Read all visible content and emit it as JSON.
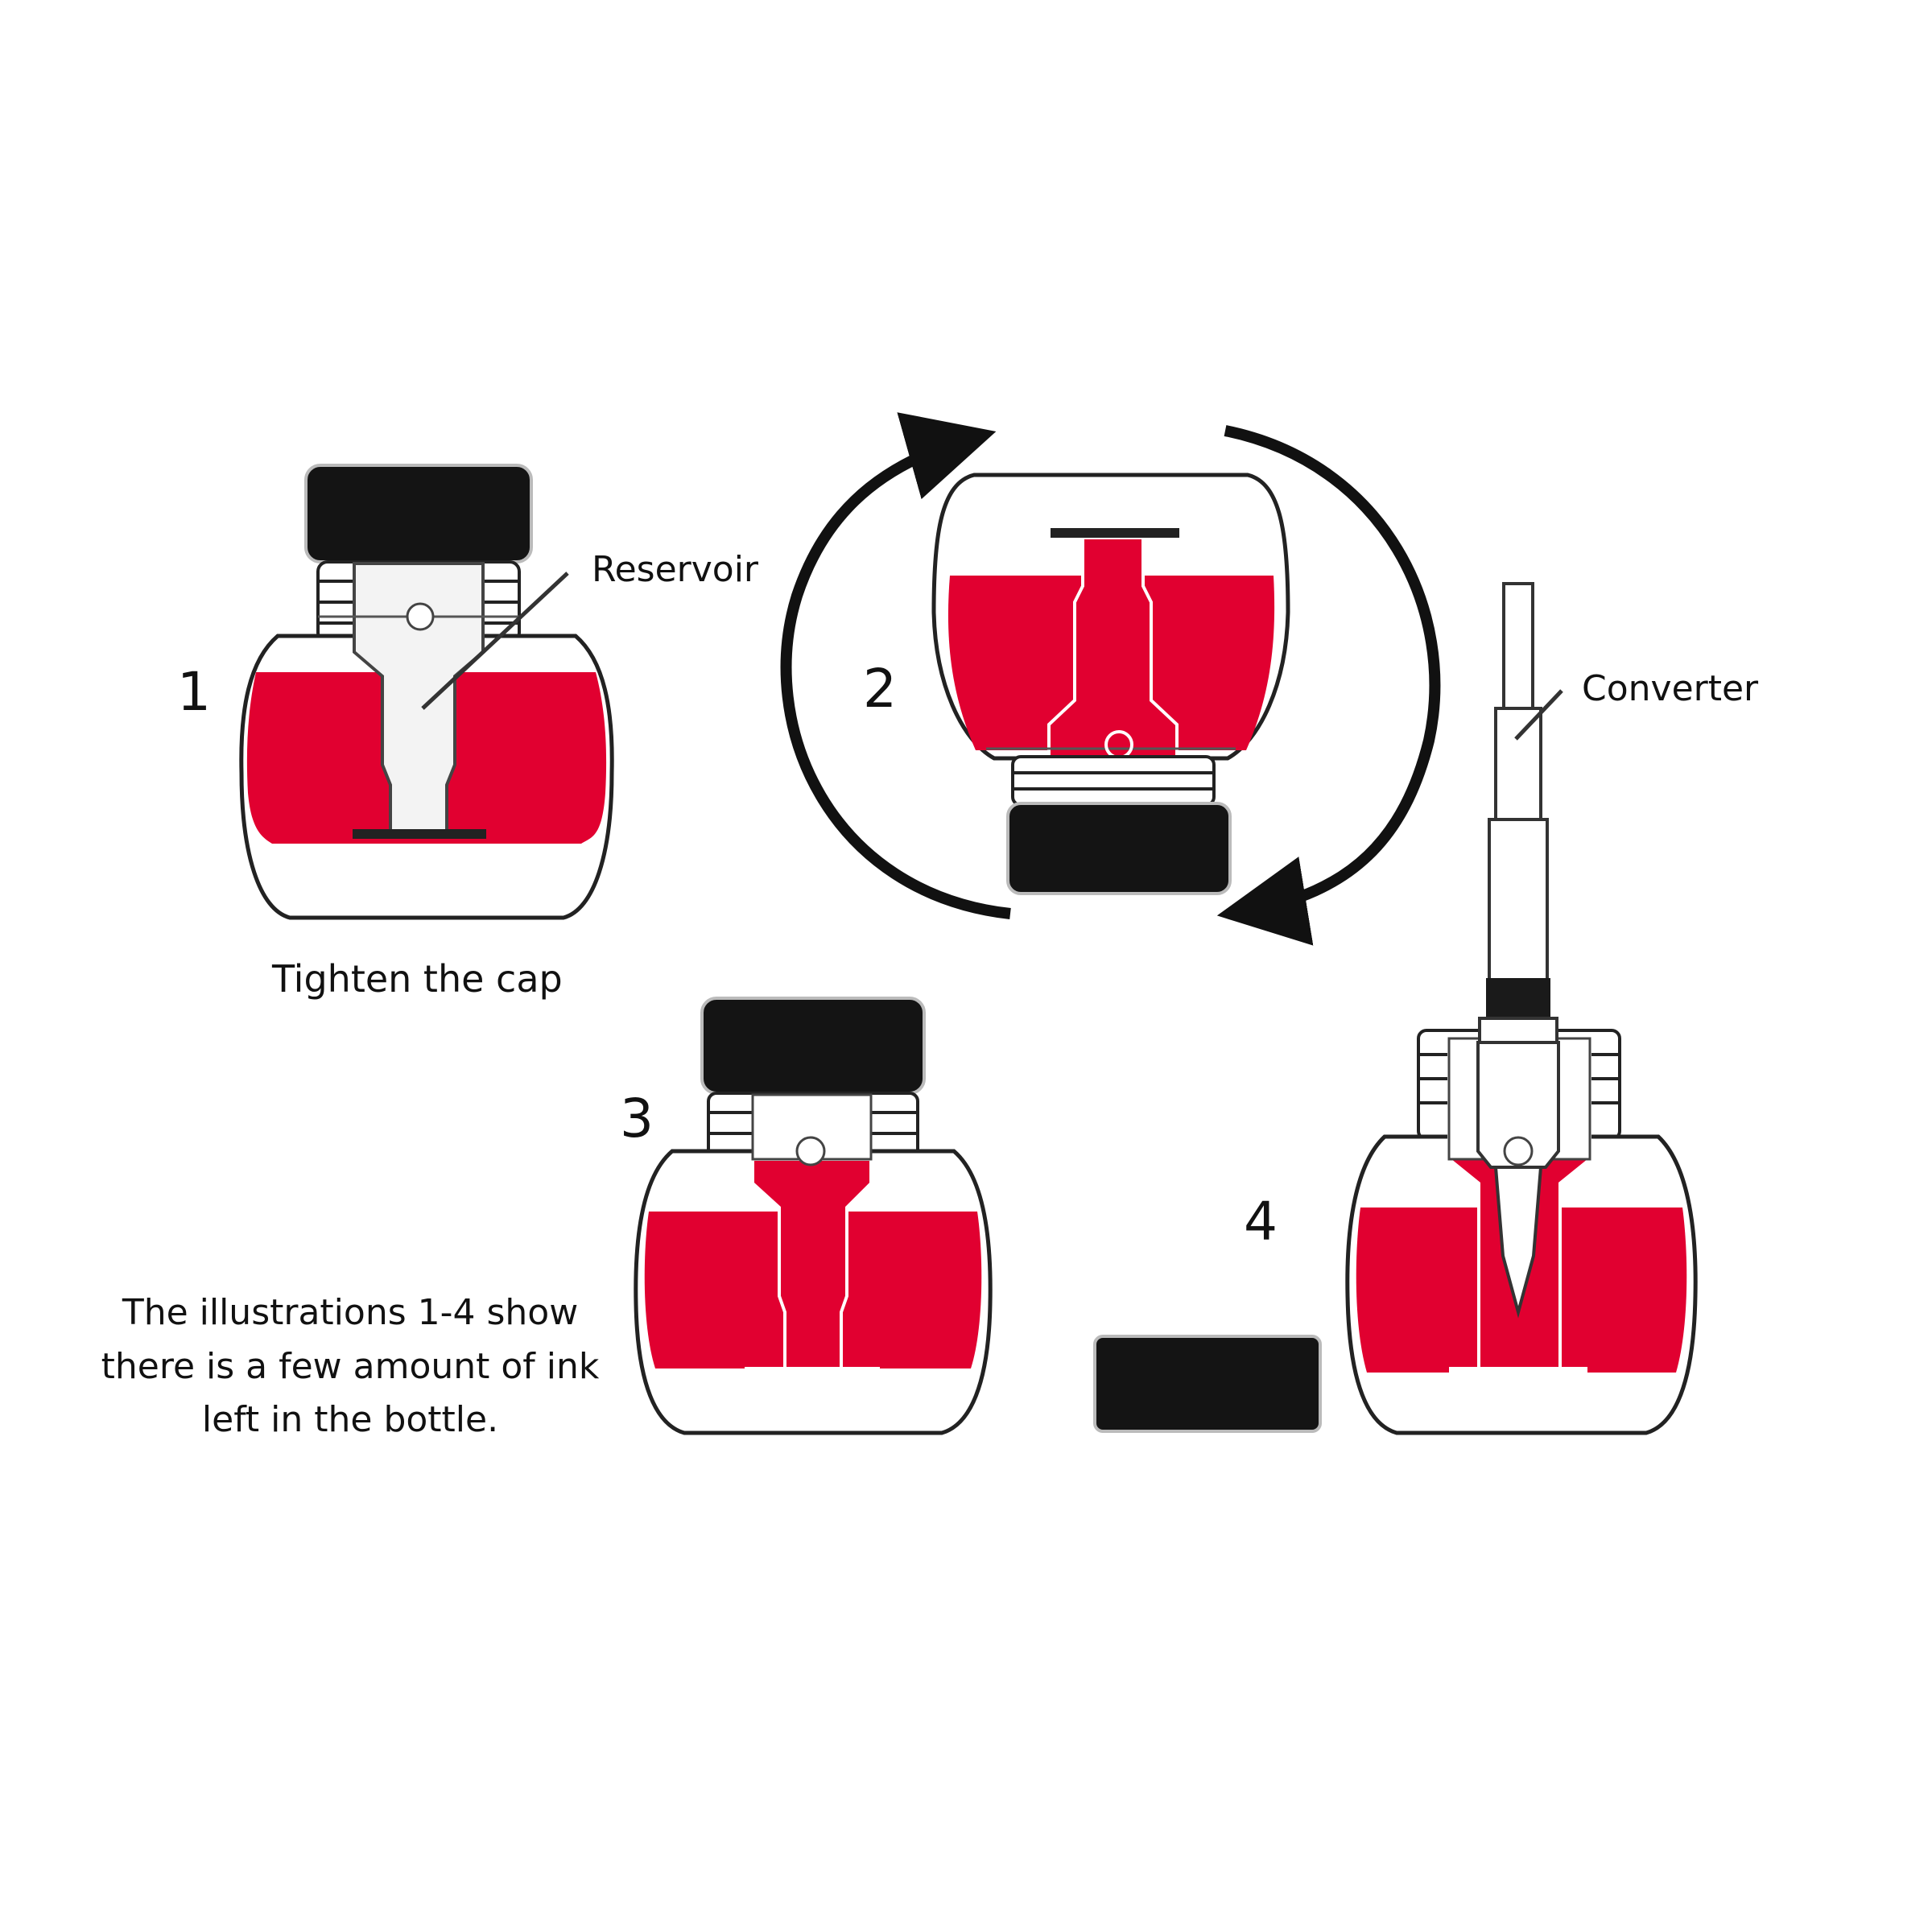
{
  "colors": {
    "ink": "#E10030",
    "cap": "#141414",
    "glass_stroke": "#222222",
    "background": "#FFFFFF"
  },
  "steps": [
    {
      "number": "1",
      "caption": "Tighten the cap",
      "callout": "Reservoir"
    },
    {
      "number": "2"
    },
    {
      "number": "3"
    },
    {
      "number": "4",
      "callout": "Converter"
    }
  ],
  "note_lines": [
    "The illustrations 1-4 show",
    "there is a few amount of ink",
    "left in the bottle."
  ]
}
